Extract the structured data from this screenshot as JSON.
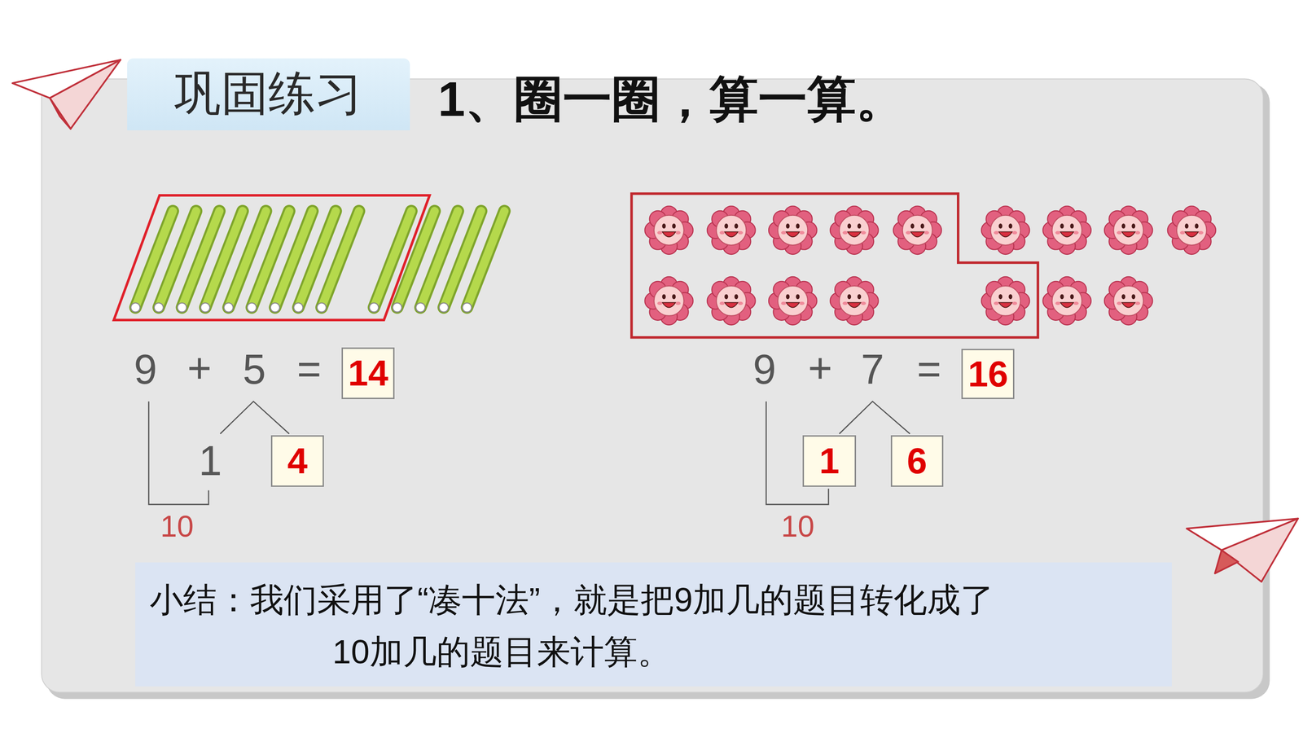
{
  "diagram": {
    "title": "1、圈一圈，算一算。",
    "nodes": [
      {
        "text": [
          "巩固练习"
        ]
      },
      {
        "text": [
          "14"
        ]
      },
      {
        "text": [
          "16"
        ]
      },
      {
        "text": [
          "4"
        ]
      },
      {
        "text": [
          "1"
        ]
      },
      {
        "text": [
          "6"
        ]
      },
      {
        "text": [
          "小结：我们采用了“凑十法”，就是把9加几的题目转化成了 10加几的题目来计算。"
        ]
      }
    ],
    "labels": [
      "9",
      "+",
      "5",
      "=",
      "9",
      "+",
      "7",
      "=",
      "1",
      "10",
      "10"
    ]
  }
}
